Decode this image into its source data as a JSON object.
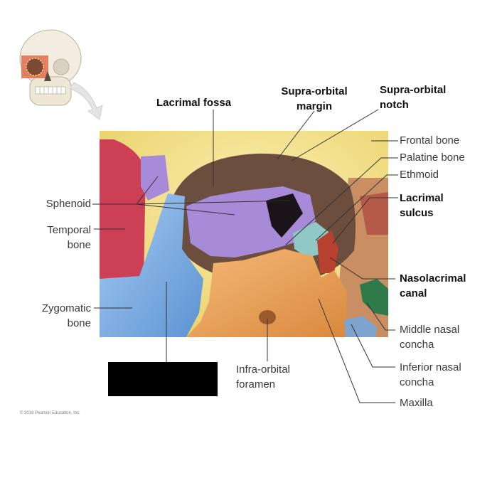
{
  "labels": {
    "lacrimal_fossa": "Lacrimal fossa",
    "supraorbital_margin": [
      "Supra-orbital",
      "margin"
    ],
    "supraorbital_notch": [
      "Supra-orbital",
      "notch"
    ],
    "frontal_bone": "Frontal bone",
    "palatine_bone": "Palatine bone",
    "ethmoid": "Ethmoid",
    "lacrimal_sulcus": [
      "Lacrimal",
      "sulcus"
    ],
    "sphenoid": "Sphenoid",
    "temporal_bone": [
      "Temporal",
      "bone"
    ],
    "nasolacrimal_canal": [
      "Nasolacrimal",
      "canal"
    ],
    "zygomatic_bone": [
      "Zygomatic",
      "bone"
    ],
    "middle_nasal_concha": [
      "Middle nasal",
      "concha"
    ],
    "infraorbital_foramen": [
      "Infra-orbital",
      "foramen"
    ],
    "inferior_nasal_concha": [
      "Inferior nasal",
      "concha"
    ],
    "maxilla": "Maxilla"
  },
  "copyright": "© 2018 Pearson Education, Inc.",
  "colors": {
    "frontal": "#f6e58f",
    "sphenoid": "#a88bd8",
    "temporal": "#cc3f55",
    "zygomatic": "#7fb0e6",
    "maxilla": "#eea45c",
    "ethmoid": "#8fc8c4",
    "lacrimal": "#b8402f",
    "palatine": "#9fd0c8",
    "concha_middle": "#2e7a48",
    "concha_inferior": "#7fa4cf"
  }
}
